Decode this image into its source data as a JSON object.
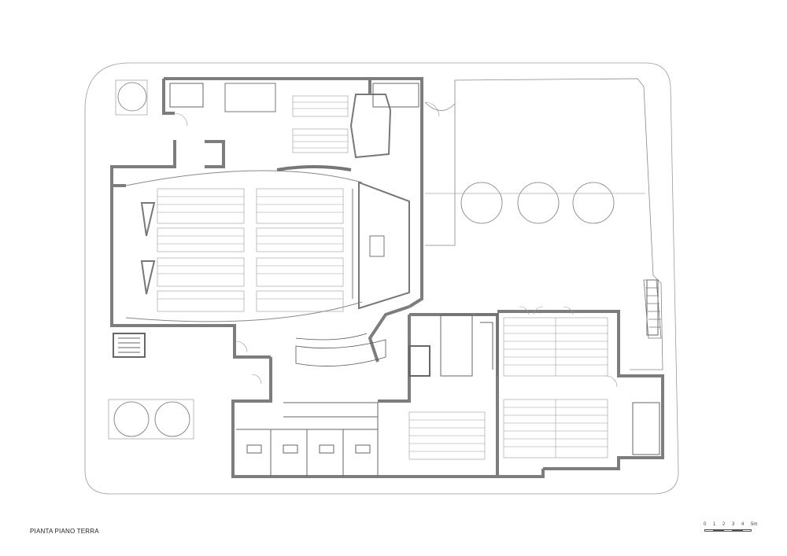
{
  "drawing": {
    "title": "PIANTA PIANO TERRA",
    "scale_labels": [
      "0",
      "1",
      "2",
      "3",
      "4",
      "5m"
    ]
  },
  "colors": {
    "wall": "#8a8a8a",
    "line": "#555555",
    "fine": "#9a9a9a",
    "background": "#ffffff"
  }
}
